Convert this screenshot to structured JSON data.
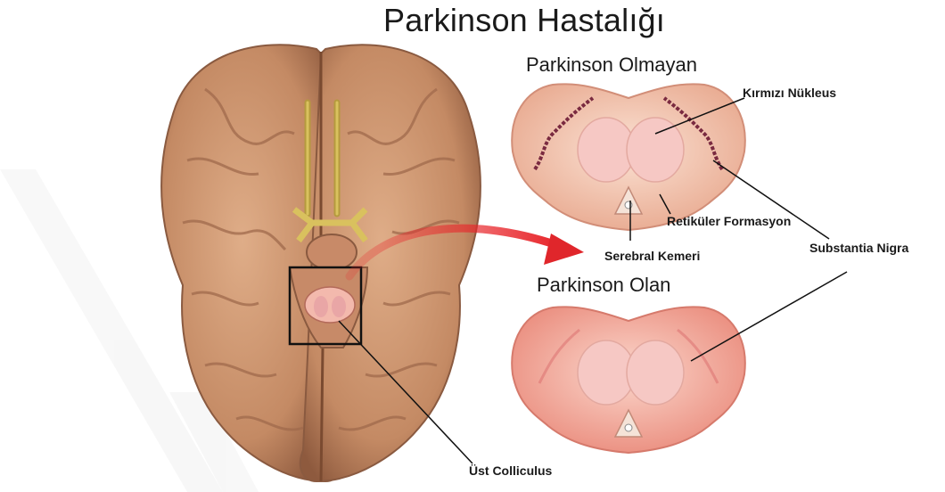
{
  "title": "Parkinson Hastalığı",
  "sections": {
    "normal": "Parkinson Olmayan",
    "parkinson": "Parkinson Olan"
  },
  "labels": {
    "red_nucleus": "Kırmızı Nükleus",
    "reticular": "Retiküler Formasyon",
    "substantia_nigra": "Substantia Nigra",
    "cerebral_aqueduct": "Serebral Kemeri",
    "superior_colliculus": "Üst Colliculus"
  },
  "colors": {
    "brain": "#c9906b",
    "midbrain_normal": "#f3c9b3",
    "midbrain_parkinson": "#f2a89a",
    "nigra": "#7a2a40",
    "arrow": "#e0262b"
  }
}
